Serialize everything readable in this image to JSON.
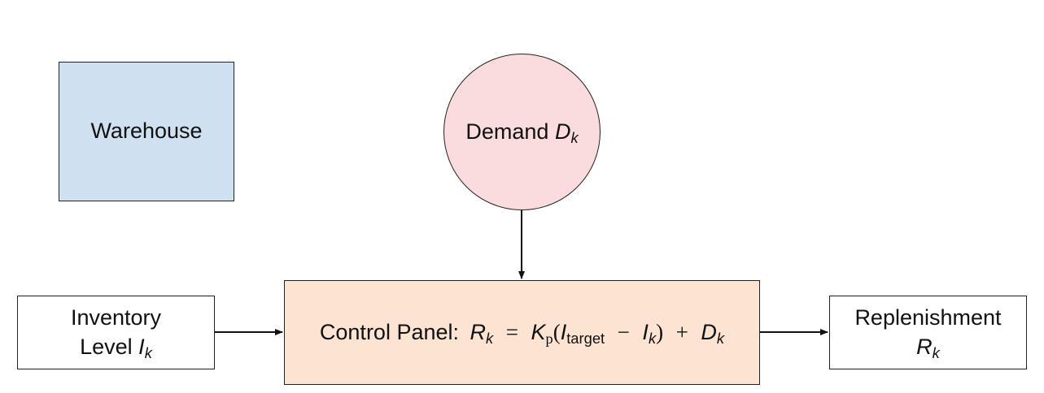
{
  "colors": {
    "warehouse_fill": "#cfe0f1",
    "demand_fill": "#fbdcdc",
    "control_fill": "#fde3d1",
    "stroke": "#222222"
  },
  "nodes": {
    "warehouse": {
      "label": "Warehouse"
    },
    "demand": {
      "label": "Demand",
      "symbol": "D",
      "subscript": "k"
    },
    "inventory": {
      "line1": "Inventory",
      "line2": "Level",
      "symbol": "I",
      "subscript": "k"
    },
    "control": {
      "label": "Control Panel:",
      "lhs_symbol": "R",
      "lhs_sub": "k",
      "eq": "=",
      "gain_symbol": "K",
      "gain_sub": "p",
      "open_paren": "(",
      "target_symbol": "I",
      "target_sub": "target",
      "minus": "−",
      "state_symbol": "I",
      "state_sub": "k",
      "close_paren": ")",
      "plus": "+",
      "dist_symbol": "D",
      "dist_sub": "k"
    },
    "replenishment": {
      "line1": "Replenishment",
      "symbol": "R",
      "subscript": "k"
    }
  },
  "edges": [
    {
      "from": "demand",
      "to": "control"
    },
    {
      "from": "inventory",
      "to": "control"
    },
    {
      "from": "control",
      "to": "replenishment"
    }
  ]
}
